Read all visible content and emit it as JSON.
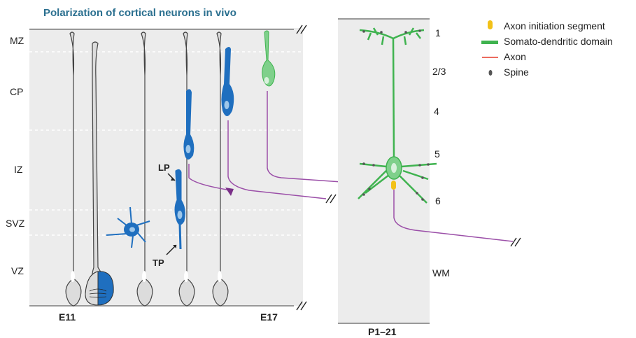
{
  "title": "Polarization of cortical neurons in vivo",
  "zones": [
    "MZ",
    "CP",
    "IZ",
    "SVZ",
    "VZ"
  ],
  "stages": {
    "left": "E11",
    "middle": "E17",
    "right": "P1–21"
  },
  "cell_labels": {
    "lp": "LP",
    "tp": "TP"
  },
  "layers": [
    "1",
    "2/3",
    "4",
    "5",
    "6",
    "WM"
  ],
  "legend": {
    "items": [
      {
        "label": "Axon initiation segment",
        "color": "#f2c118"
      },
      {
        "label": "Somato-dendritic domain",
        "color": "#3fb34f"
      },
      {
        "label": "Axon",
        "color": "#e63a2a"
      },
      {
        "label": "Spine",
        "color": "#555555"
      }
    ]
  },
  "colors": {
    "radial_glia": "#d9d9d9",
    "migrating_neuron": "#1f6fbf",
    "mature_neuron": "#3fb34f",
    "axon_path": "#9b4fa8",
    "background_panel": "#ececec"
  }
}
